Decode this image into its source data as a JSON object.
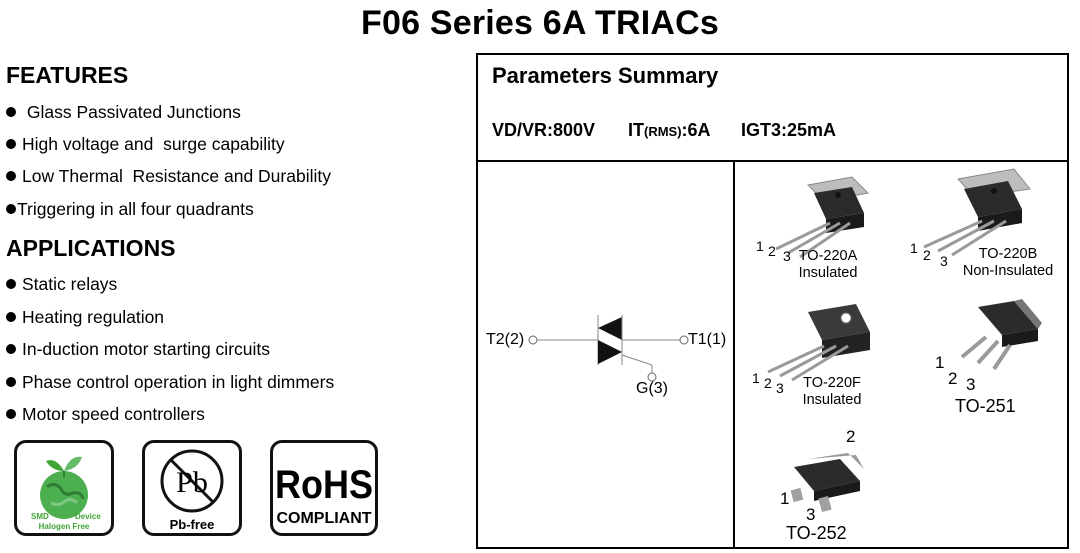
{
  "title": "F06 Series 6A TRIACs",
  "features": {
    "heading": "FEATURES",
    "items": [
      " Glass Passivated Junctions",
      "High voltage and  surge capability",
      "Low Thermal  Resistance and Durability",
      "Triggering in all four quadrants"
    ]
  },
  "applications": {
    "heading": "APPLICATIONS",
    "items": [
      "Static relays",
      "Heating regulation",
      "In-duction motor starting circuits",
      "Phase control operation in light dimmers",
      "Motor speed controllers"
    ]
  },
  "logos": {
    "smd_text": "SMD",
    "device_text": "Device",
    "halogen_text": "Halogen Free",
    "pb_symbol": "Pb",
    "pb_text": "Pb-free",
    "rohs_text": "RoHS",
    "compliant_text": "COMPLIANT"
  },
  "parameters": {
    "heading": "Parameters Summary",
    "vdrm": "VD/VR:800V",
    "it_prefix": "IT",
    "it_sub": "(RMS)",
    "it_value": ":6A",
    "igt": "IGT3:25mA"
  },
  "symbol": {
    "t2": "T2(2)",
    "t1": "T1(1)",
    "gate": "G(3)"
  },
  "packages": [
    {
      "name": "TO-220A",
      "sub": "Insulated"
    },
    {
      "name": "TO-220B",
      "sub": "Non-Insulated"
    },
    {
      "name": "TO-220F",
      "sub": "Insulated"
    },
    {
      "name": "TO-251",
      "sub": ""
    },
    {
      "name": "TO-252",
      "sub": ""
    }
  ],
  "pins": {
    "p1": "1",
    "p2": "2",
    "p3": "3"
  },
  "colors": {
    "package_body": "#2a2a2a",
    "tab_metal": "#b8b8b8",
    "leads": "#9a9a9a",
    "leaf_green": "#3fa535"
  }
}
